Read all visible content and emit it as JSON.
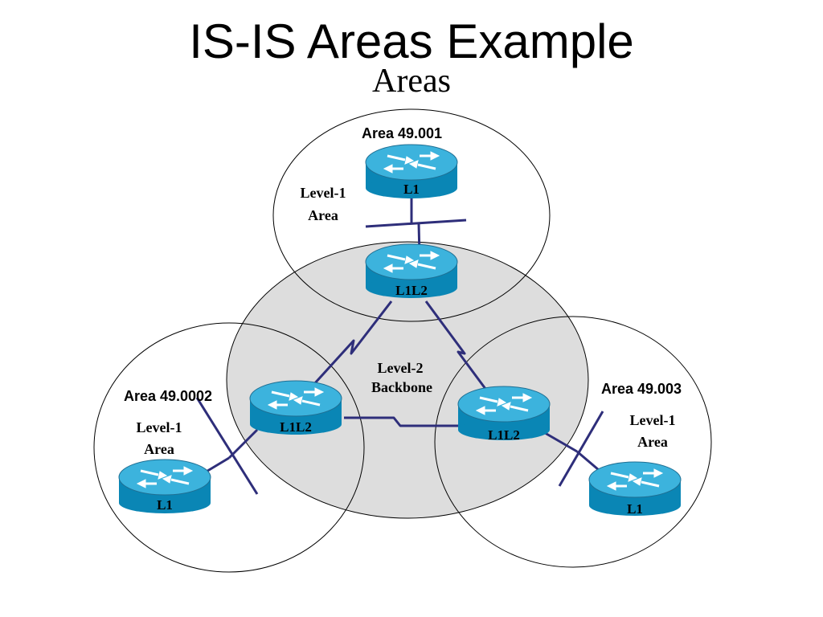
{
  "title": "IS-IS Areas Example",
  "subtitle": "Areas",
  "areas": {
    "top": {
      "name": "Area 49.001",
      "line1": "Level-1",
      "line2": "Area"
    },
    "left": {
      "name": "Area 49.0002",
      "line1": "Level-1",
      "line2": "Area"
    },
    "right": {
      "name": "Area 49.003",
      "line1": "Level-1",
      "line2": "Area"
    },
    "backbone": {
      "line1": "Level-2",
      "line2": "Backbone"
    }
  },
  "routers": {
    "top_l1": "L1",
    "top_l1l2": "L1L2",
    "left_l1l2": "L1L2",
    "right_l1l2": "L1L2",
    "left_l1": "L1",
    "right_l1": "L1"
  },
  "colors": {
    "backbone_fill": "#dddddd",
    "router_body": "#0a86b5",
    "router_top": "#3cb3dd",
    "link": "#2e2e7a"
  }
}
